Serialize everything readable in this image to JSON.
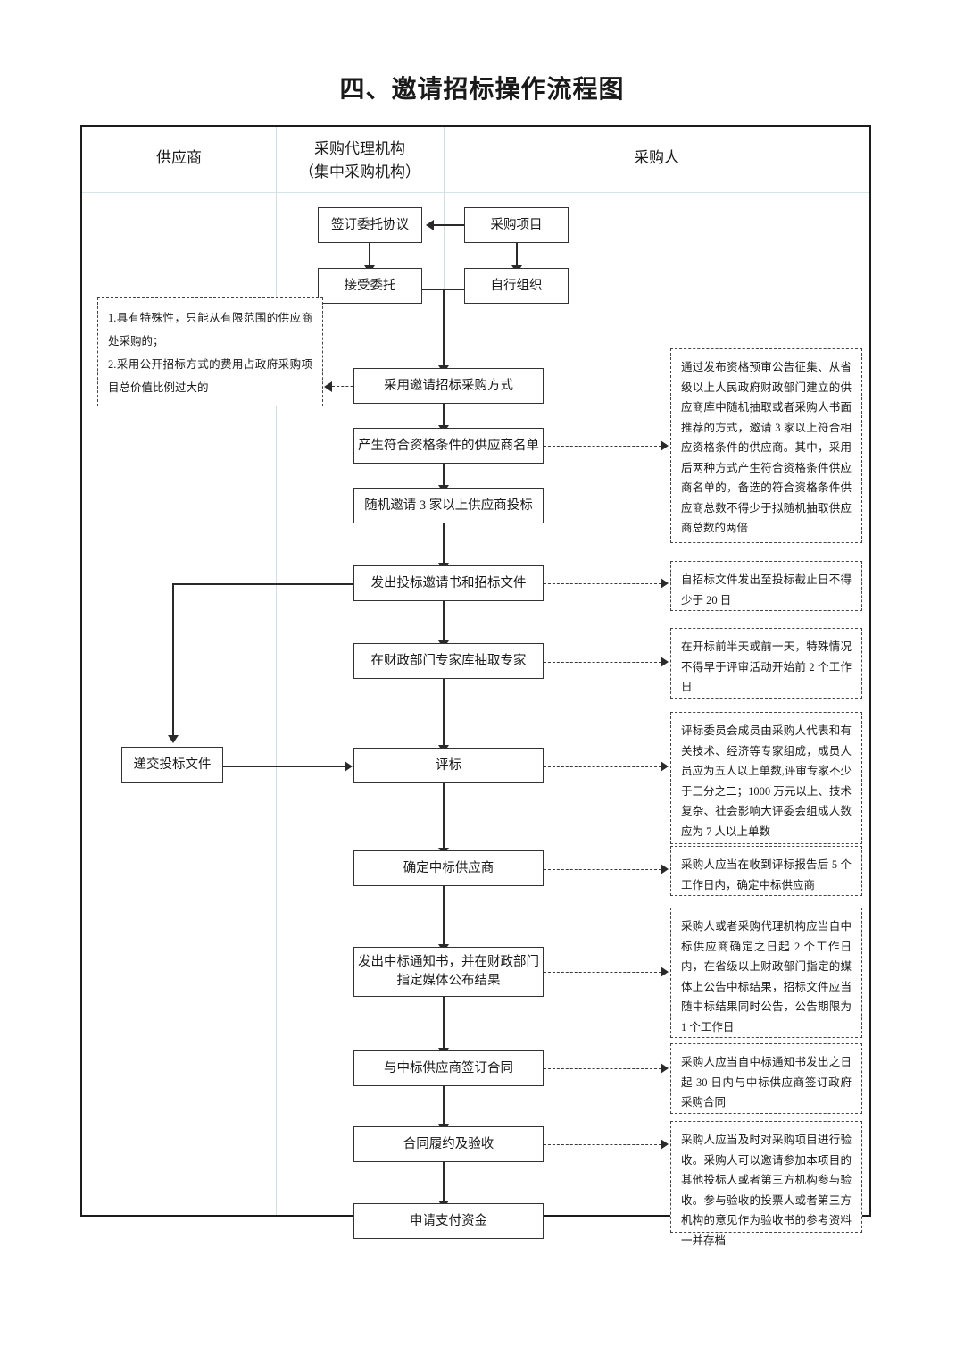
{
  "title": "四、邀请招标操作流程图",
  "columns": [
    {
      "id": "supplier",
      "label": "供应商"
    },
    {
      "id": "agency",
      "label": "采购代理机构",
      "sublabel": "（集中采购机构）"
    },
    {
      "id": "buyer",
      "label": "采购人"
    }
  ],
  "nodes": {
    "sign_agreement": "签订委托协议",
    "procurement_project": "采购项目",
    "accept_entrust": "接受委托",
    "self_organize": "自行组织",
    "invite_method": "采用邀请招标采购方式",
    "qualified_list": "产生符合资格条件的供应商名单",
    "invite_three": "随机邀请 3 家以上供应商投标",
    "issue_invitation": "发出投标邀请书和招标文件",
    "draw_experts": "在财政部门专家库抽取专家",
    "evaluation": "评标",
    "determine_winner": "确定中标供应商",
    "issue_notice": "发出中标通知书，并在财政部门指定媒体公布结果",
    "sign_contract": "与中标供应商签订合同",
    "contract_acceptance": "合同履约及验收",
    "apply_payment": "申请支付资金",
    "submit_bid": "递交投标文件"
  },
  "notes": {
    "left_conditions": "1.具有特殊性，只能从有限范围的供应商处采购的；\n2.采用公开招标方式的费用占政府采购项目总价值比例过大的",
    "qualified_list_note": "通过发布资格预审公告征集、从省级以上人民政府财政部门建立的供应商库中随机抽取或者采购人书面推荐的方式，邀请 3 家以上符合相应资格条件的供应商。其中，采用后两种方式产生符合资格条件供应商名单的，备选的符合资格条件供应商总数不得少于拟随机抽取供应商总数的两倍",
    "invitation_note": "自招标文件发出至投标截止日不得少于 20 日",
    "experts_note": "在开标前半天或前一天，特殊情况不得早于评审活动开始前 2 个工作日",
    "evaluation_note": "评标委员会成员由采购人代表和有关技术、经济等专家组成，成员人员应为五人以上单数,评审专家不少于三分之二；1000 万元以上、技术复杂、社会影响大评委会组成人数应为 7 人以上单数",
    "winner_note": "采购人应当在收到评标报告后 5 个工作日内，确定中标供应商",
    "notice_note": "采购人或者采购代理机构应当自中标供应商确定之日起 2 个工作日内，在省级以上财政部门指定的媒体上公告中标结果，招标文件应当随中标结果同时公告，公告期限为 1 个工作日",
    "contract_note": "采购人应当自中标通知书发出之日起 30 日内与中标供应商签订政府采购合同",
    "acceptance_note": "采购人应当及时对采购项目进行验收。采购人可以邀请参加本项目的其他投标人或者第三方机构参与验收。参与验收的投票人或者第三方机构的意见作为验收书的参考资料一并存档"
  },
  "colors": {
    "line": "#2a2a2a",
    "box_border": "#333333",
    "dashed_border": "#444444",
    "column_divider": "#cfdfe0",
    "frame": "#1c1c1c",
    "background": "#ffffff"
  }
}
